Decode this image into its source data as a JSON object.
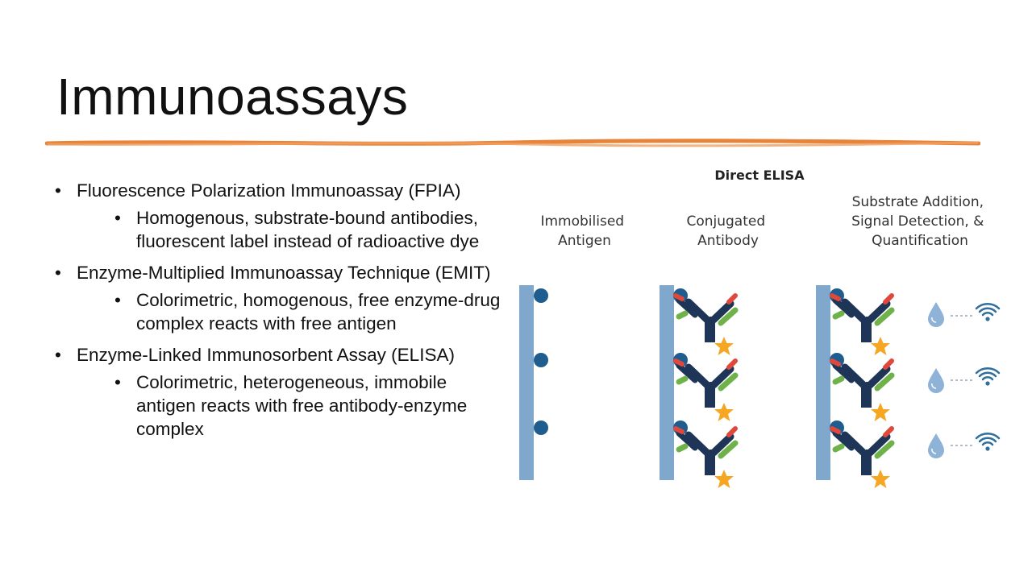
{
  "slide": {
    "title": "Immunoassays"
  },
  "bullets": [
    {
      "text": "Fluorescence Polarization Immunoassay (FPIA)",
      "sub": [
        "Homogenous, substrate-bound antibodies, fluorescent label instead of radioactive dye"
      ]
    },
    {
      "text": "Enzyme-Multiplied Immunoassay Technique (EMIT)",
      "sub": [
        "Colorimetric, homogenous, free enzyme-drug complex reacts with free antigen"
      ]
    },
    {
      "text": "Enzyme-Linked Immunosorbent Assay (ELISA)",
      "sub": [
        "Colorimetric, heterogeneous, immobile antigen reacts with free antibody-enzyme complex"
      ]
    }
  ],
  "diagram": {
    "title": "Direct ELISA",
    "columns": [
      {
        "lines": [
          "Immobilised",
          "Antigen"
        ]
      },
      {
        "lines": [
          "Conjugated",
          "Antibody"
        ]
      },
      {
        "lines": [
          "Substrate Addition,",
          "Signal Detection, &",
          "Quantification"
        ]
      }
    ],
    "icons": [
      "antigen-dot-icon",
      "antibody-y-icon",
      "enzyme-star-icon",
      "substrate-drop-icon",
      "signal-wifi-icon"
    ],
    "colors": {
      "plate": "#7fa8cc",
      "antigen": "#1f5d8e",
      "antibody": "#1e3557",
      "arm_green": "#6fb24a",
      "arm_red": "#e0483c",
      "star": "#f5a623",
      "drop": "#8fb3d6",
      "signal": "#2f6f9c",
      "rule": "#e8843a"
    }
  }
}
